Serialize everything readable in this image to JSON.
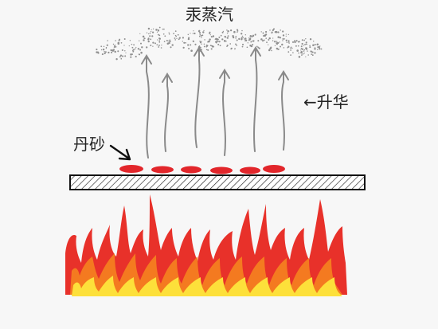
{
  "labels": {
    "vapor": "汞蒸汽",
    "sublimation": "←升华",
    "cinnabar": "丹砂"
  },
  "colors": {
    "background": "#f7f7f7",
    "cinnabar_red": "#e2262b",
    "flame_red": "#e8312a",
    "flame_orange": "#f47a20",
    "flame_yellow": "#fde03a",
    "arrow_gray": "#8a8a8a",
    "ink": "#222222"
  },
  "icons": {
    "pointer_arrow": "arrow-pointer-icon",
    "vapor_cloud": "vapor-dots"
  }
}
